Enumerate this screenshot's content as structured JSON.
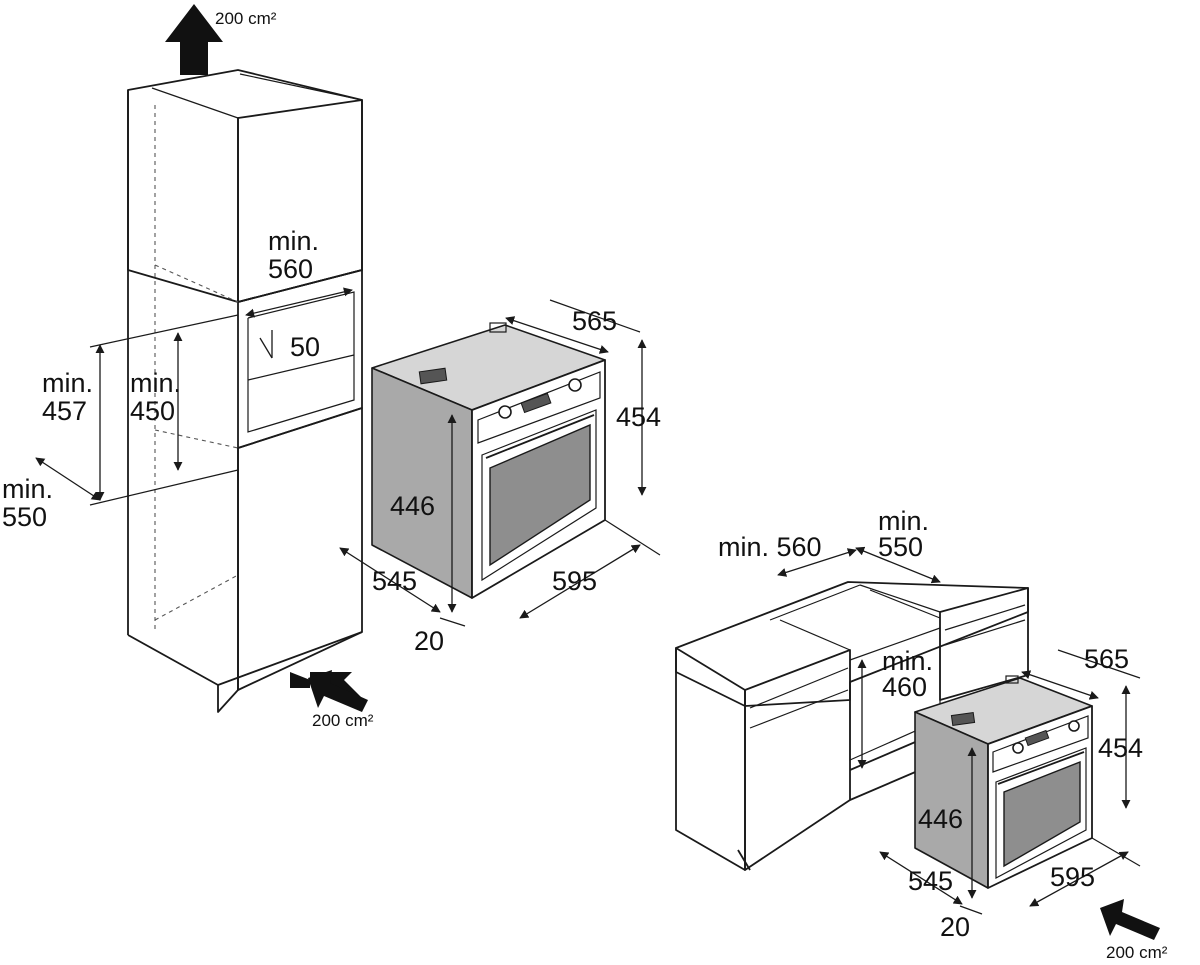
{
  "tall_unit": {
    "vent_top": "200 cm²",
    "vent_bottom": "200 cm²",
    "min_depth_label": "min.",
    "min_depth_value": "560",
    "gap_value": "50",
    "min_height_outer_label": "min.",
    "min_height_outer_value": "457",
    "min_height_inner_label": "min.",
    "min_height_inner_value": "450",
    "min_width_label": "min.",
    "min_width_value": "550"
  },
  "oven_left": {
    "depth": "565",
    "height": "454",
    "side_height": "446",
    "side_depth": "545",
    "width": "595",
    "front_offset": "20"
  },
  "under_counter": {
    "min_depth_text": "min. 560",
    "min_width_label": "min.",
    "min_width_value": "550",
    "min_height_label": "min.",
    "min_height_value": "460",
    "vent_bottom": "200 cm²"
  },
  "oven_right": {
    "depth": "565",
    "height": "454",
    "side_height": "446",
    "side_depth": "545",
    "width": "595",
    "front_offset": "20"
  }
}
